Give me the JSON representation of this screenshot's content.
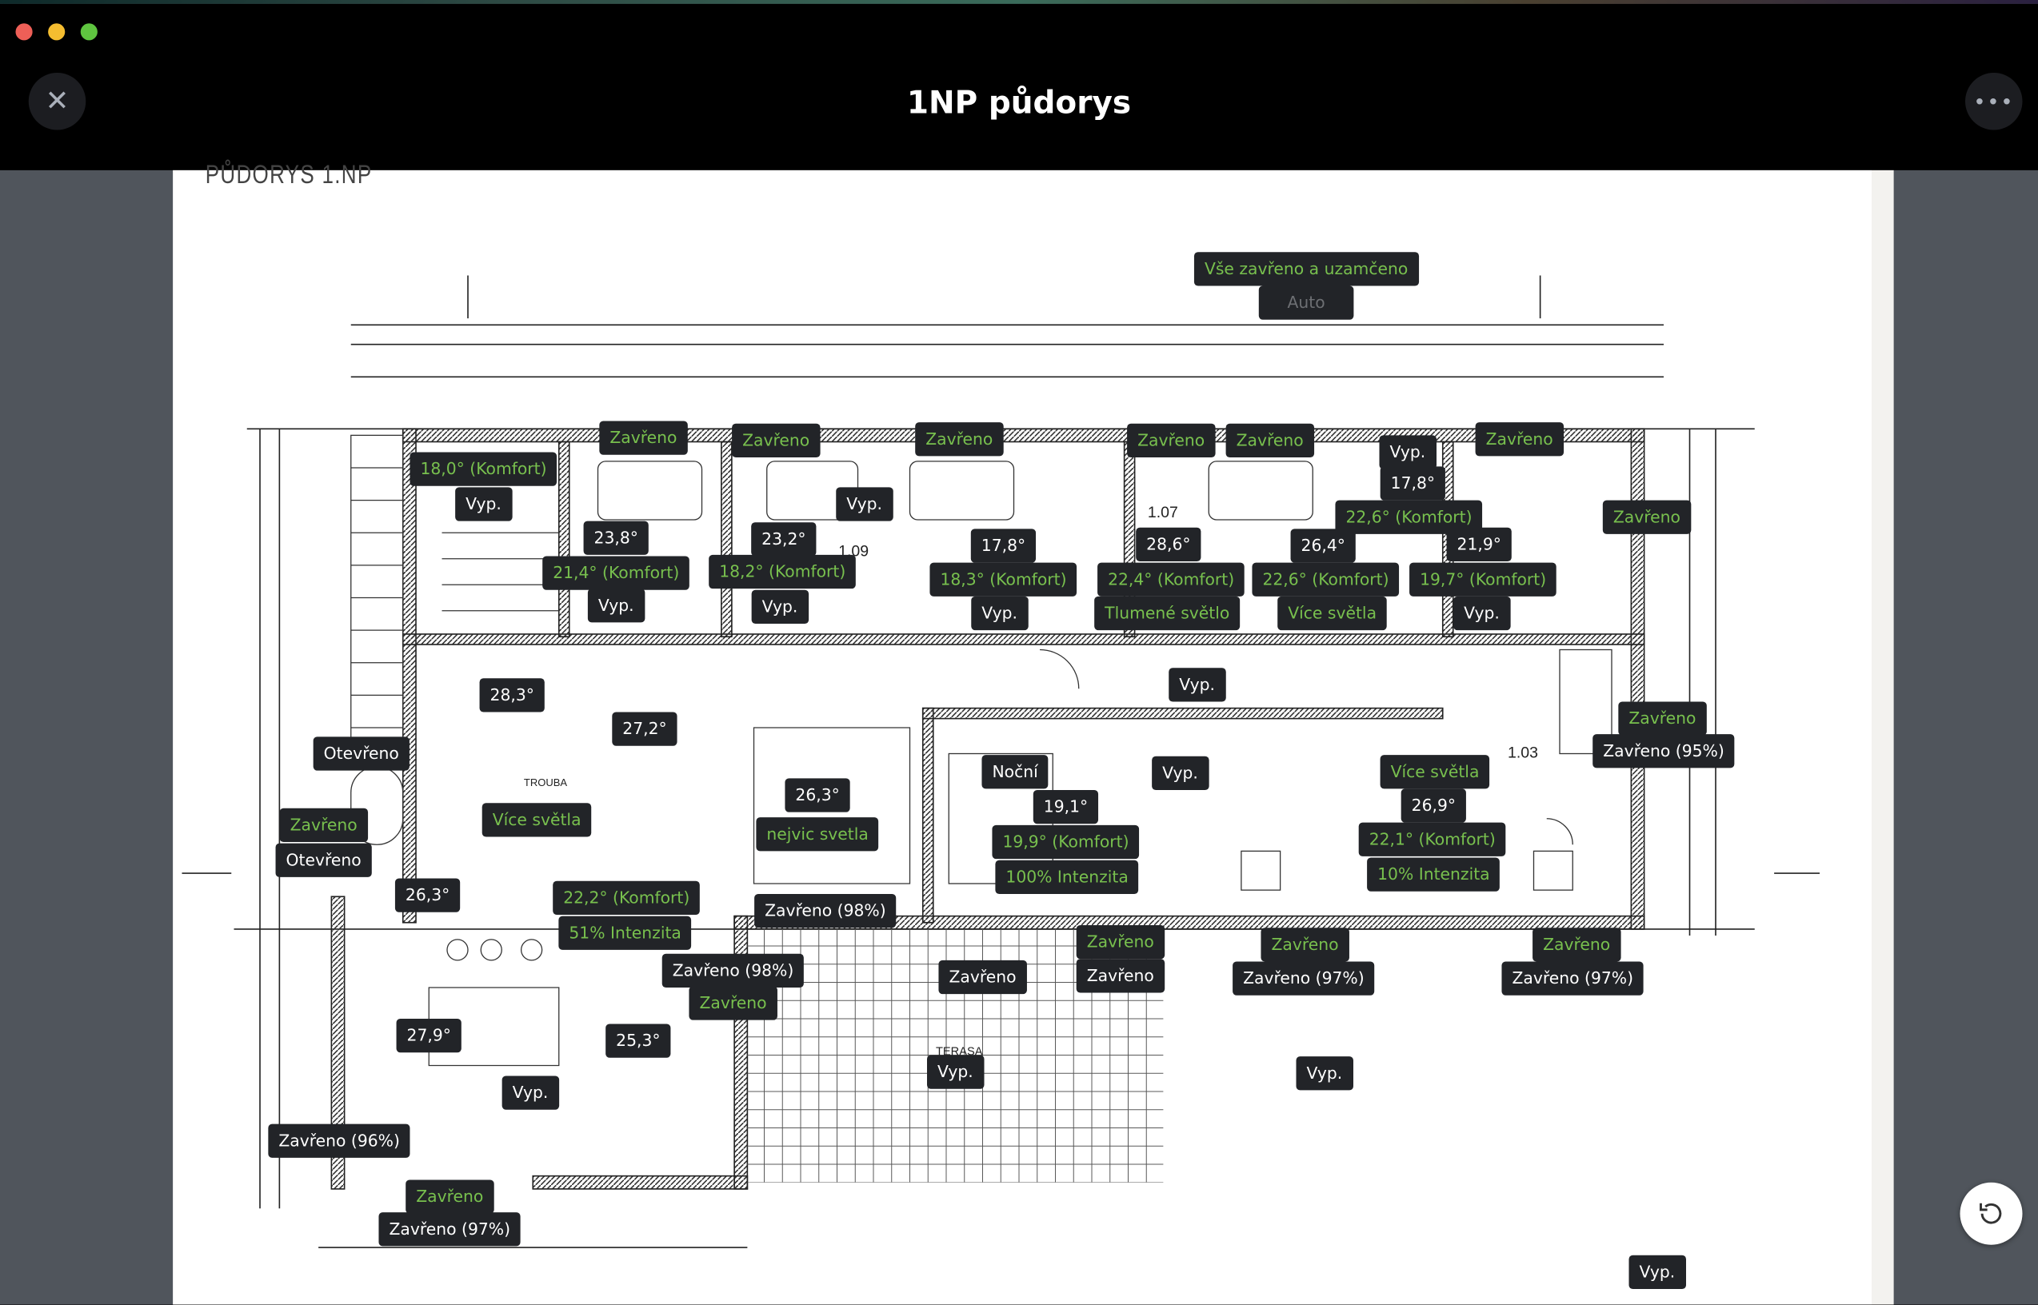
{
  "window": {
    "title": "1NP půdorys",
    "close_icon": "close-icon",
    "more_icon": "more-icon",
    "refresh_icon": "refresh-icon"
  },
  "plan": {
    "heading": "PŮDORYS 1.NP"
  },
  "labels": [
    {
      "text": "18,0° (Komfort)"
    },
    {
      "text": "Vyp."
    },
    {
      "text": "Zavřeno"
    },
    {
      "text": "Zavřeno"
    },
    {
      "text": "Zavřeno"
    },
    {
      "text": "Zavřeno"
    },
    {
      "text": "Zavřeno"
    },
    {
      "text": "Vyp."
    },
    {
      "text": "17,8°"
    },
    {
      "text": "22,6° (Komfort)"
    },
    {
      "text": "Zavřeno"
    },
    {
      "text": "Zavřeno"
    },
    {
      "text": "Vyp."
    },
    {
      "text": "23,8°"
    },
    {
      "text": "21,4° (Komfort)"
    },
    {
      "text": "Vyp."
    },
    {
      "text": "23,2°"
    },
    {
      "text": "18,2° (Komfort)"
    },
    {
      "text": "Vyp."
    },
    {
      "text": "17,8°"
    },
    {
      "text": "18,3° (Komfort)"
    },
    {
      "text": "Vyp."
    },
    {
      "text": "28,6°"
    },
    {
      "text": "22,4° (Komfort)"
    },
    {
      "text": "Tlumené světlo"
    },
    {
      "text": "26,4°"
    },
    {
      "text": "22,6° (Komfort)"
    },
    {
      "text": "Více světla"
    },
    {
      "text": "21,9°"
    },
    {
      "text": "19,7° (Komfort)"
    },
    {
      "text": "Vyp."
    },
    {
      "text": "Vyp."
    },
    {
      "text": "28,3°"
    },
    {
      "text": "27,2°"
    },
    {
      "text": "Otevřeno"
    },
    {
      "text": "Zavřeno"
    },
    {
      "text": "Zavřeno (95%)"
    },
    {
      "text": "Noční"
    },
    {
      "text": "Vyp."
    },
    {
      "text": "Více světla"
    },
    {
      "text": "26,3°"
    },
    {
      "text": "nejvic svetla"
    },
    {
      "text": "Více světla"
    },
    {
      "text": "Zavřeno"
    },
    {
      "text": "Otevřeno"
    },
    {
      "text": "19,1°"
    },
    {
      "text": "19,9° (Komfort)"
    },
    {
      "text": "100% Intenzita"
    },
    {
      "text": "26,9°"
    },
    {
      "text": "22,1° (Komfort)"
    },
    {
      "text": "10% Intenzita"
    },
    {
      "text": "26,3°"
    },
    {
      "text": "22,2° (Komfort)"
    },
    {
      "text": "51% Intenzita"
    },
    {
      "text": "Zavřeno (98%)"
    },
    {
      "text": "Zavřeno"
    },
    {
      "text": "Zavřeno"
    },
    {
      "text": "Zavřeno"
    },
    {
      "text": "Zavřeno (97%)"
    },
    {
      "text": "Zavřeno"
    },
    {
      "text": "Zavřeno (97%)"
    },
    {
      "text": "Zavřeno (98%)"
    },
    {
      "text": "Zavřeno"
    },
    {
      "text": "Zavřeno"
    },
    {
      "text": "27,9°"
    },
    {
      "text": "25,3°"
    },
    {
      "text": "Vyp."
    },
    {
      "text": "Vyp."
    },
    {
      "text": "Vyp."
    },
    {
      "text": "Zavřeno (96%)"
    },
    {
      "text": "Zavřeno"
    },
    {
      "text": "Zavřeno (97%)"
    },
    {
      "text": "Vyp."
    },
    {
      "text": "Vše zavřeno a uzamčeno"
    },
    {
      "text": "Auto"
    }
  ],
  "colors": {
    "active": "#78c04e",
    "label_bg": "#222428",
    "header_bg": "#000000"
  }
}
